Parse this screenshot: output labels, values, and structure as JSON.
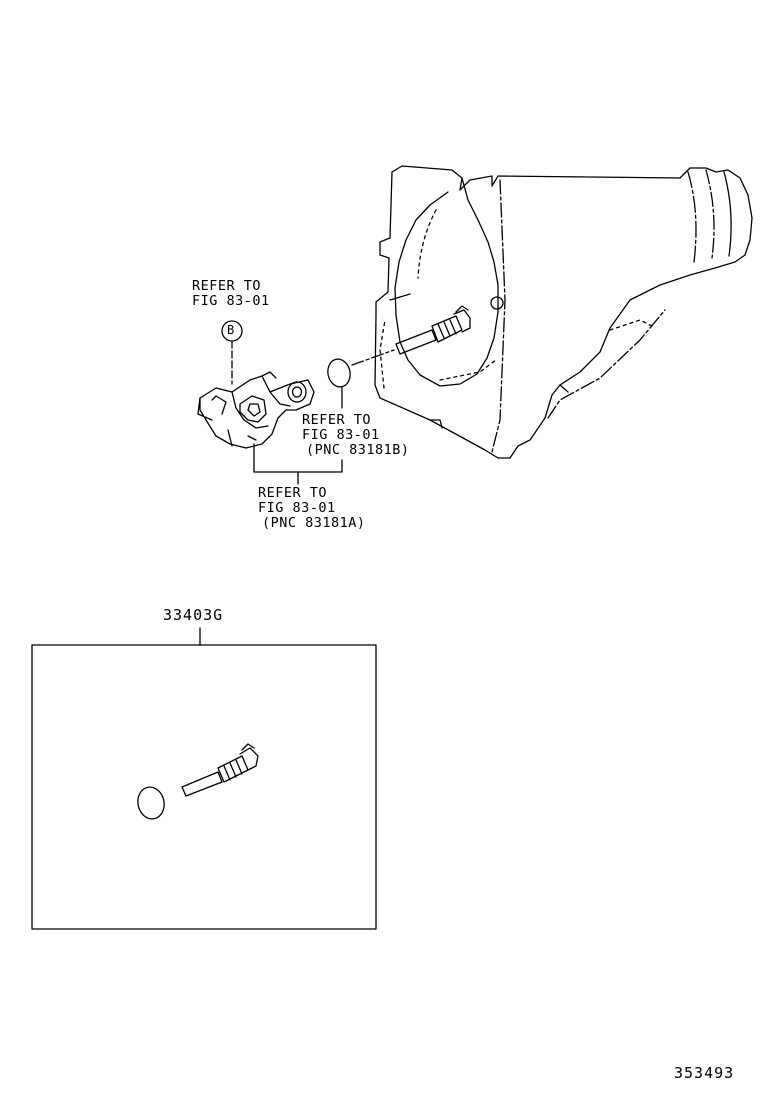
{
  "diagram": {
    "colors": {
      "line": "#000000",
      "background": "#ffffff"
    },
    "labels": {
      "ref_b": {
        "line1": "REFER TO",
        "line2": "FIG 83-01"
      },
      "circle_b": "B",
      "ref_pnc_b": {
        "line1": "REFER TO",
        "line2": "FIG 83-01",
        "line3": "(PNC 83181B)"
      },
      "ref_pnc_a": {
        "line1": "REFER TO",
        "line2": "FIG 83-01",
        "line3": "(PNC 83181A)"
      },
      "part_number": "33403G",
      "figure_number": "353493"
    }
  }
}
